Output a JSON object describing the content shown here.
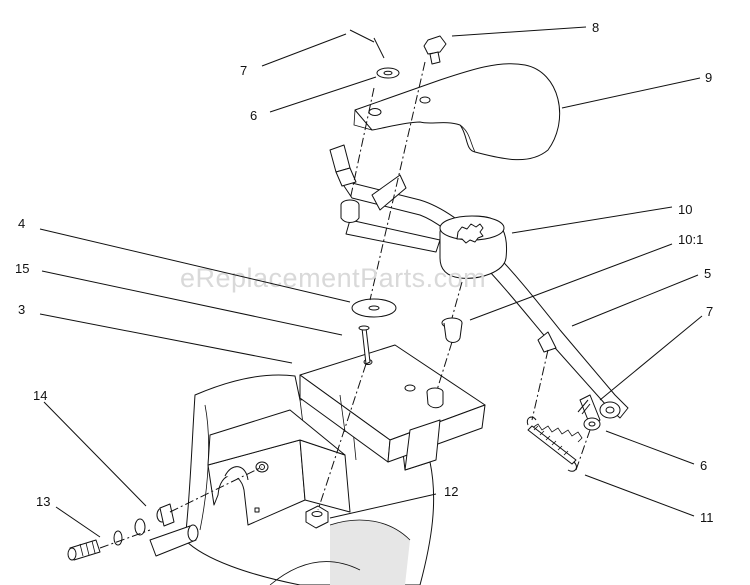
{
  "diagram": {
    "watermark": "eReplacementParts.com",
    "callouts": [
      {
        "id": "c-7a",
        "text": "7"
      },
      {
        "id": "c-8",
        "text": "8"
      },
      {
        "id": "c-9",
        "text": "9"
      },
      {
        "id": "c-6a",
        "text": "6"
      },
      {
        "id": "c-10",
        "text": "10"
      },
      {
        "id": "c-10-1",
        "text": "10:1"
      },
      {
        "id": "c-4",
        "text": "4"
      },
      {
        "id": "c-15",
        "text": "15"
      },
      {
        "id": "c-3",
        "text": "3"
      },
      {
        "id": "c-5",
        "text": "5"
      },
      {
        "id": "c-7b",
        "text": "7"
      },
      {
        "id": "c-14",
        "text": "14"
      },
      {
        "id": "c-6b",
        "text": "6"
      },
      {
        "id": "c-12",
        "text": "12"
      },
      {
        "id": "c-13",
        "text": "13"
      },
      {
        "id": "c-11",
        "text": "11"
      }
    ]
  }
}
